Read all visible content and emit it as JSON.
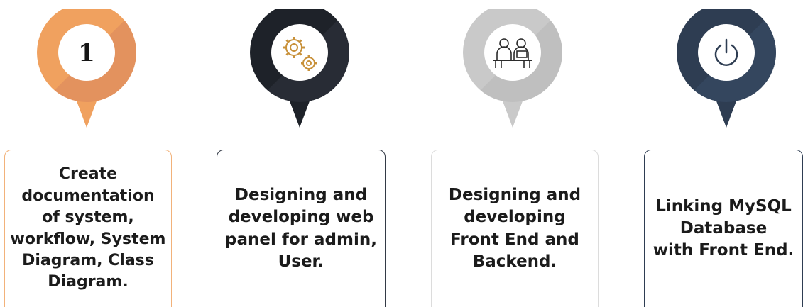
{
  "steps": [
    {
      "badge": "1",
      "icon": "number-one-icon",
      "colors": {
        "ring": "#f0a15f",
        "ring_shade": "#d8875c",
        "tip": "#f0a15f",
        "border": "#f2b27a"
      },
      "lines": [
        "Create",
        "documentation",
        "of system,",
        "workflow, System",
        "Diagram, Class",
        "Diagram."
      ]
    },
    {
      "icon": "gears-icon",
      "colors": {
        "ring": "#1e2229",
        "ring_shade": "#2a2f38",
        "tip": "#1e2229",
        "icon": "#c8913a",
        "border": "#333a46"
      },
      "lines": [
        "Designing and",
        "developing web",
        "panel for admin,",
        "User."
      ]
    },
    {
      "icon": "people-at-desk-icon",
      "colors": {
        "ring": "#c9c9c9",
        "ring_shade": "#b9b9b9",
        "tip": "#c9c9c9",
        "icon": "#2b2b2b",
        "border": "#dcdcdc"
      },
      "lines": [
        "Designing and",
        "developing",
        "Front End and",
        "Backend."
      ]
    },
    {
      "icon": "power-icon",
      "colors": {
        "ring": "#2e3d52",
        "ring_shade": "#364861",
        "tip": "#2e3d52",
        "icon": "#2e3d52",
        "border": "#2e3d52"
      },
      "lines": [
        "Linking MySQL",
        "Database",
        "with Front End."
      ]
    }
  ]
}
